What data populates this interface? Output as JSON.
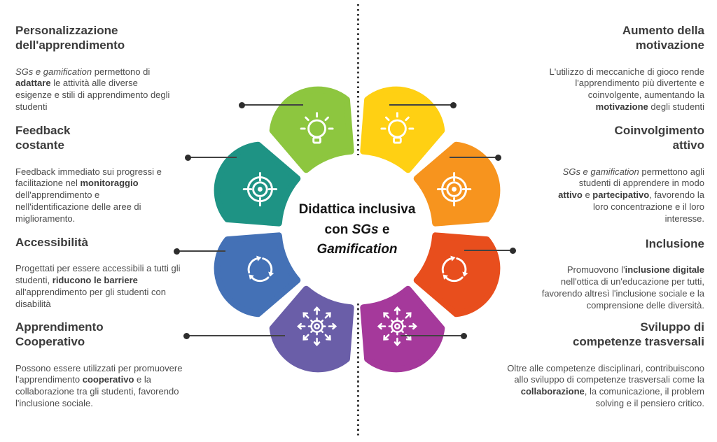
{
  "center": {
    "label_rich": [
      {
        "t": "Didattica inclusiva\ncon "
      },
      {
        "t": "SGs",
        "s": "i"
      },
      {
        "t": " e\n"
      },
      {
        "t": "Gamification",
        "s": "i"
      }
    ]
  },
  "wheel": {
    "segments": [
      {
        "name": "motivazione",
        "color": "#FFD013",
        "icon": "lightbulb-icon"
      },
      {
        "name": "coinvolgimento",
        "color": "#F7941E",
        "icon": "target-icon"
      },
      {
        "name": "inclusione",
        "color": "#E84E1D",
        "icon": "cycle-icon"
      },
      {
        "name": "competenze-trasversali",
        "color": "#A5399B",
        "icon": "gear-burst-icon"
      },
      {
        "name": "apprendimento-cooperativo",
        "color": "#6A5EA8",
        "icon": "gear-burst-icon"
      },
      {
        "name": "accessibilita",
        "color": "#4471B6",
        "icon": "cycle-icon"
      },
      {
        "name": "feedback",
        "color": "#1E9384",
        "icon": "target-icon"
      },
      {
        "name": "personalizzazione",
        "color": "#8DC63F",
        "icon": "lightbulb-icon"
      }
    ]
  },
  "left_items": [
    {
      "heading": "Personalizzazione\ndell'apprendimento",
      "body": [
        {
          "t": "SGs e gamification",
          "s": "i"
        },
        {
          "t": " permettono di\n"
        },
        {
          "t": "adattare",
          "s": "b"
        },
        {
          "t": " le attività alle diverse\nesigenze e stili di apprendimento degli\nstudenti"
        }
      ]
    },
    {
      "heading": "Feedback\ncostante",
      "body": [
        {
          "t": "Feedback immediato sui progressi e\nfacilitazione nel "
        },
        {
          "t": "monitoraggio",
          "s": "b"
        },
        {
          "t": "\ndell'apprendimento e\nnell'identificazione delle aree di\nmiglioramento."
        }
      ]
    },
    {
      "heading": "Accessibilità",
      "body": [
        {
          "t": "Progettati per essere accessibili a tutti gli\nstudenti, "
        },
        {
          "t": "riducono le barriere",
          "s": "b"
        },
        {
          "t": "\nall'apprendimento per gli studenti con\ndisabilità"
        }
      ]
    },
    {
      "heading": "Apprendimento\nCooperativo",
      "body": [
        {
          "t": "Possono essere utilizzati per promuovere\nl'apprendimento "
        },
        {
          "t": "cooperativo",
          "s": "b"
        },
        {
          "t": " e la\ncollaborazione tra gli studenti, favorendo\nl'inclusione sociale."
        }
      ]
    }
  ],
  "right_items": [
    {
      "heading": "Aumento della\nmotivazione",
      "body": [
        {
          "t": "L'utilizzo di meccaniche di gioco rende\nl'apprendimento più divertente e\ncoinvolgente, aumentando la\n"
        },
        {
          "t": "motivazione",
          "s": "b"
        },
        {
          "t": " degli studenti"
        }
      ]
    },
    {
      "heading": "Coinvolgimento\nattivo",
      "body": [
        {
          "t": "SGs e gamification",
          "s": "i"
        },
        {
          "t": " permettono agli\nstudenti di apprendere in modo\n"
        },
        {
          "t": "attivo",
          "s": "b"
        },
        {
          "t": " e "
        },
        {
          "t": "partecipativo",
          "s": "b"
        },
        {
          "t": ", favorendo la\nloro concentrazione e il loro\ninteresse."
        }
      ]
    },
    {
      "heading": "Inclusione",
      "body": [
        {
          "t": "Promuovono l'"
        },
        {
          "t": "inclusione digitale",
          "s": "b"
        },
        {
          "t": "\nnell'ottica di un'educazione per tutti,\nfavorendo altresì l'inclusione sociale e la\ncomprensione delle diversità."
        }
      ]
    },
    {
      "heading": "Sviluppo di\ncompetenze trasversali",
      "body": [
        {
          "t": "Oltre alle competenze disciplinari, contribuiscono\nallo sviluppo di competenze trasversali come la\n"
        },
        {
          "t": "collaborazione",
          "s": "b"
        },
        {
          "t": ", la comunicazione, il problem\nsolving e il pensiero critico."
        }
      ]
    }
  ]
}
